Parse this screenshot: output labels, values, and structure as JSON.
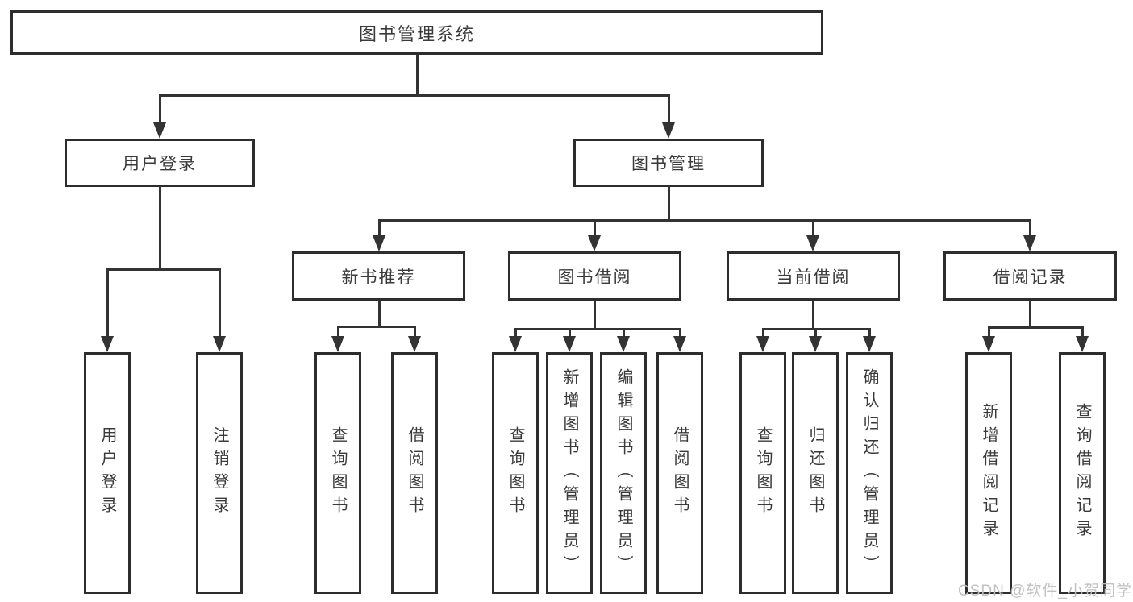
{
  "diagram": {
    "root": {
      "label": "图书管理系统"
    },
    "level1": {
      "user_login": {
        "label": "用户登录"
      },
      "book_mgmt": {
        "label": "图书管理"
      }
    },
    "level2": {
      "new_book_rec": {
        "label": "新书推荐"
      },
      "book_borrow": {
        "label": "图书借阅"
      },
      "current_borrow": {
        "label": "当前借阅"
      },
      "borrow_records": {
        "label": "借阅记录"
      }
    },
    "leaves": {
      "user_login": {
        "label": "用户登录"
      },
      "logout": {
        "label": "注销登录"
      },
      "nbr_query_books": {
        "label": "查询图书"
      },
      "nbr_borrow_books": {
        "label": "借阅图书"
      },
      "bb_query_books": {
        "label": "查询图书"
      },
      "bb_add_books": {
        "label": "新增图书（管理员）"
      },
      "bb_edit_books": {
        "label": "编辑图书（管理员）"
      },
      "bb_borrow_books": {
        "label": "借阅图书"
      },
      "cb_query_books": {
        "label": "查询图书"
      },
      "cb_return_books": {
        "label": "归还图书"
      },
      "cb_confirm_return": {
        "label": "确认归还（管理员）"
      },
      "br_add_record": {
        "label": "新增借阅记录"
      },
      "br_query_record": {
        "label": "查询借阅记录"
      }
    },
    "watermark": "CSDN @软件_小贺同学",
    "colors": {
      "line": "#333333",
      "border": "#2d2d2d",
      "text": "#3a3a3a",
      "watermark": "#bebebe",
      "background": "#ffffff"
    }
  }
}
